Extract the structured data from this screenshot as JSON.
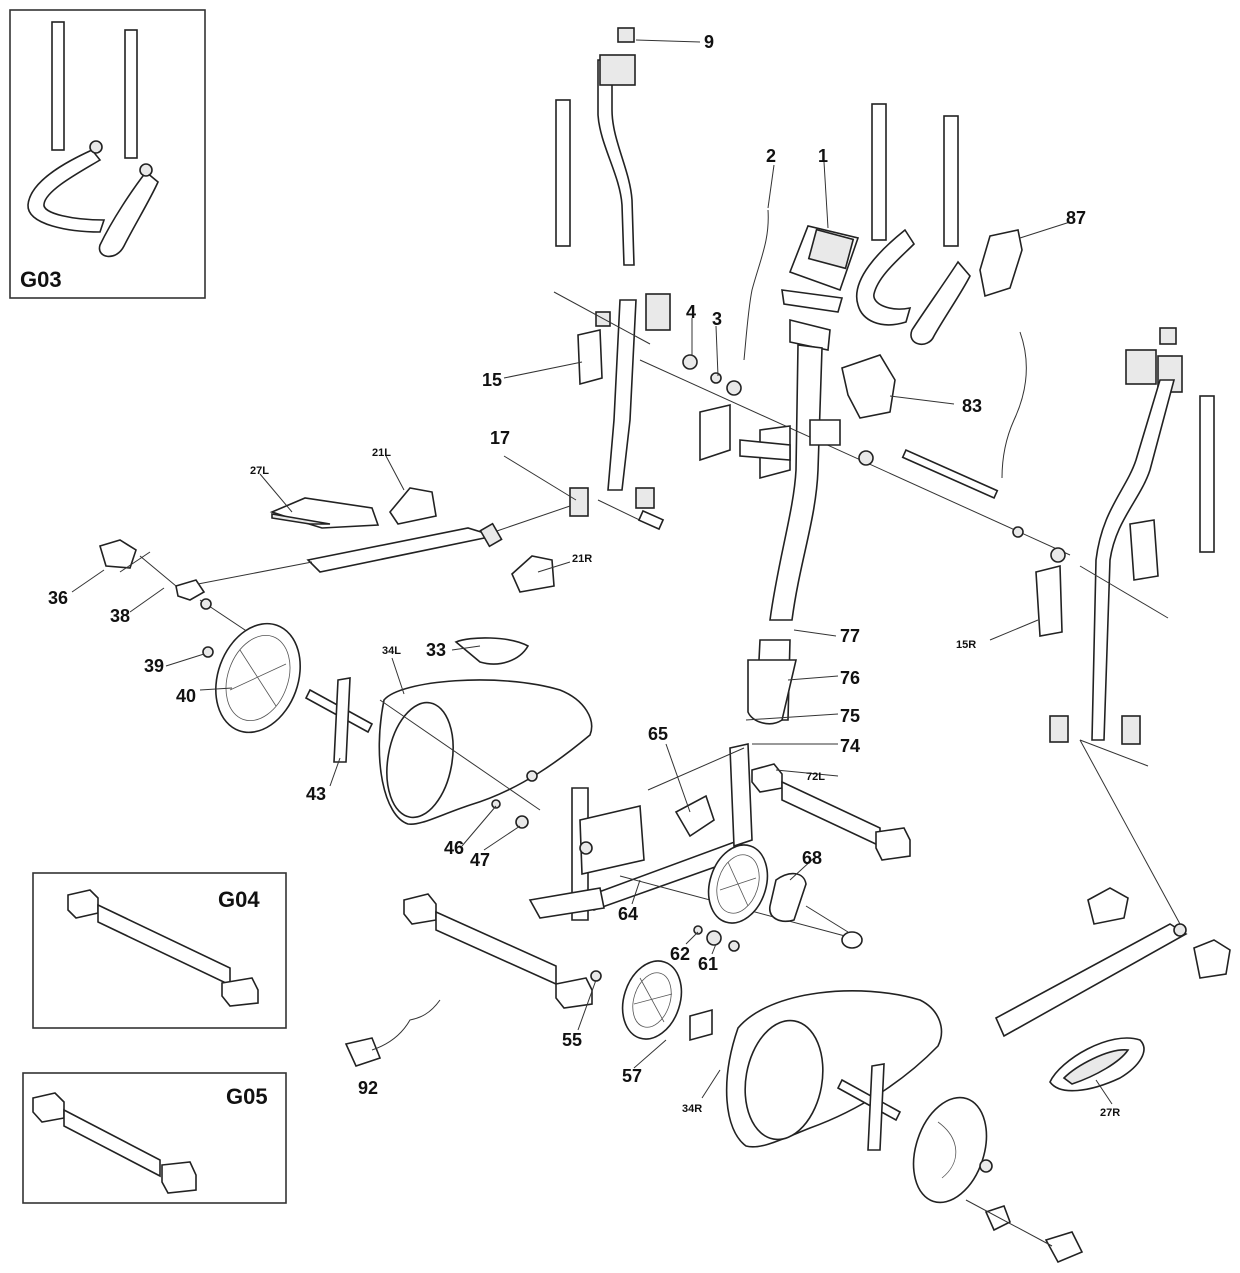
{
  "labels": {
    "l9": "9",
    "l2": "2",
    "l1": "1",
    "l87": "87",
    "l4": "4",
    "l3": "3",
    "l15": "15",
    "l83": "83",
    "l17": "17",
    "l27L": "27L",
    "l21L": "21L",
    "l21R": "21R",
    "l36": "36",
    "l38": "38",
    "l39": "39",
    "l40": "40",
    "l33": "33",
    "l34L": "34L",
    "l77": "77",
    "l15R": "15R",
    "l76": "76",
    "l75": "75",
    "l74": "74",
    "l72L": "72L",
    "l65": "65",
    "l43": "43",
    "l46": "46",
    "l47": "47",
    "l68": "68",
    "l64": "64",
    "l62": "62",
    "l61": "61",
    "l55": "55",
    "l57": "57",
    "l92": "92",
    "l34R": "34R",
    "l27R": "27R"
  },
  "insets": {
    "g03": "G03",
    "g04": "G04",
    "g05": "G05"
  }
}
